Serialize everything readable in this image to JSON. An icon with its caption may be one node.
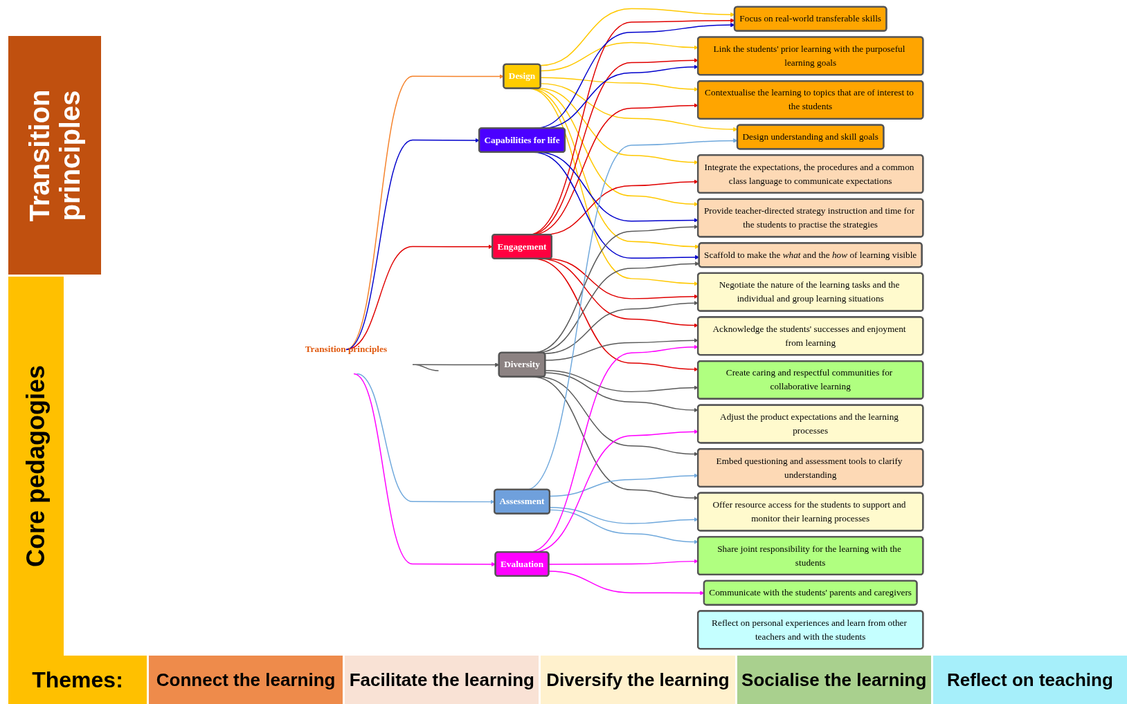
{
  "diagram": {
    "nodes": [
      {
        "text": [
          "Transition principles"
        ]
      },
      {
        "text": [
          "Design"
        ]
      },
      {
        "text": [
          "Engagement"
        ]
      },
      {
        "text": [
          "Capabilities for life"
        ]
      },
      {
        "text": [
          "Diversity"
        ]
      },
      {
        "text": [
          "Assessment"
        ]
      },
      {
        "text": [
          "Evaluation"
        ]
      },
      {
        "text": [
          "Focus on real-world transferable skills"
        ]
      },
      {
        "text": [
          "Link the students' prior learning with the purposeful learning goals"
        ]
      },
      {
        "text": [
          "Contextualise the learning to topics that are of interest to the students"
        ]
      },
      {
        "text": [
          "Design understanding and skill goals"
        ]
      },
      {
        "text": [
          "Integrate the expectations, the procedures and a common class language to communicate expectations"
        ]
      },
      {
        "text": [
          "Provide teacher-directed strategy instruction and time for the students to practise the strategies"
        ]
      },
      {
        "text": [
          "Scaffold to make the *what* and the *how* of learning visible"
        ]
      },
      {
        "text": [
          "Embed questioning and assessment tools to clarify understanding"
        ]
      },
      {
        "text": [
          "Adjust the product expectations and the learning processes"
        ]
      },
      {
        "text": [
          "Negotiate the nature of the learning tasks and the individual and group learning situations"
        ]
      },
      {
        "text": [
          "Offer resource access for the students to support and monitor their learning processes"
        ]
      },
      {
        "text": [
          "Acknowledge the students' successes and enjoyment from learning"
        ]
      },
      {
        "text": [
          "Create caring and respectful communities for collaborative learning"
        ]
      },
      {
        "text": [
          "Share joint responsibility for the learning with the students"
        ]
      },
      {
        "text": [
          "Communicate with the students' parents and caregivers"
        ]
      },
      {
        "text": [
          "Reflect on personal experiences and learn from other teachers and with the students"
        ]
      }
    ],
    "edges": [
      {
        "from": 0,
        "to": 1,
        "arrow": "to",
        "color": "#f5822a"
      },
      {
        "from": 0,
        "to": 2,
        "arrow": "to",
        "color": "#e00000"
      },
      {
        "from": 0,
        "to": 3,
        "arrow": "to",
        "color": "#0000cc"
      },
      {
        "from": 0,
        "to": 4,
        "arrow": "to"
      },
      {
        "from": 0,
        "to": 5,
        "arrow": "to",
        "color": "#6fa8dc"
      },
      {
        "from": 0,
        "to": 6,
        "arrow": "to",
        "color": "#ff00ff"
      },
      {
        "from": 1,
        "to": 7,
        "arrow": "to",
        "color": "#ffc800"
      },
      {
        "from": 1,
        "to": 8,
        "arrow": "to",
        "color": "#ffc800"
      },
      {
        "from": 1,
        "to": 9,
        "arrow": "to",
        "color": "#ffc800"
      },
      {
        "from": 1,
        "to": 10,
        "arrow": "to",
        "color": "#ffc800"
      },
      {
        "from": 1,
        "to": 11,
        "arrow": "to",
        "color": "#ffc800"
      },
      {
        "from": 1,
        "to": 12,
        "arrow": "to",
        "color": "#ffc800"
      },
      {
        "from": 1,
        "to": 13,
        "arrow": "to",
        "color": "#ffc800"
      },
      {
        "from": 1,
        "to": 16,
        "arrow": "to",
        "color": "#ffc800"
      },
      {
        "from": 2,
        "to": 7,
        "arrow": "to",
        "color": "#e00000"
      },
      {
        "from": 2,
        "to": 8,
        "arrow": "to",
        "color": "#e00000"
      },
      {
        "from": 2,
        "to": 9,
        "arrow": "to",
        "color": "#e00000"
      },
      {
        "from": 2,
        "to": 11,
        "arrow": "to",
        "color": "#e00000"
      },
      {
        "from": 2,
        "to": 16,
        "arrow": "to",
        "color": "#e00000"
      },
      {
        "from": 2,
        "to": 18,
        "arrow": "to",
        "color": "#e00000"
      },
      {
        "from": 2,
        "to": 19,
        "arrow": "to",
        "color": "#e00000"
      },
      {
        "from": 3,
        "to": 7,
        "arrow": "to",
        "color": "#0000cc"
      },
      {
        "from": 3,
        "to": 8,
        "arrow": "to",
        "color": "#0000cc"
      },
      {
        "from": 3,
        "to": 12,
        "arrow": "to",
        "color": "#0000cc"
      },
      {
        "from": 3,
        "to": 13,
        "arrow": "to",
        "color": "#0000cc"
      },
      {
        "from": 4,
        "to": 15,
        "arrow": "to"
      },
      {
        "from": 4,
        "to": 12,
        "arrow": "to"
      },
      {
        "from": 4,
        "to": 13,
        "arrow": "to"
      },
      {
        "from": 4,
        "to": 14,
        "arrow": "to"
      },
      {
        "from": 4,
        "to": 18,
        "arrow": "to"
      },
      {
        "from": 4,
        "to": 16,
        "arrow": "to"
      },
      {
        "from": 4,
        "to": 17,
        "arrow": "to"
      },
      {
        "from": 4,
        "to": 19,
        "arrow": "to"
      },
      {
        "from": 5,
        "to": 10,
        "arrow": "to",
        "color": "#6fa8dc"
      },
      {
        "from": 5,
        "to": 14,
        "arrow": "to",
        "color": "#6fa8dc"
      },
      {
        "from": 5,
        "to": 17,
        "arrow": "to",
        "color": "#6fa8dc"
      },
      {
        "from": 5,
        "to": 20,
        "arrow": "to",
        "color": "#6fa8dc"
      },
      {
        "from": 6,
        "to": 15,
        "arrow": "to",
        "color": "#ff00ff"
      },
      {
        "from": 6,
        "to": 18,
        "arrow": "to",
        "color": "#ff00ff"
      },
      {
        "from": 6,
        "to": 20,
        "arrow": "to",
        "color": "#ff00ff"
      },
      {
        "from": 6,
        "to": 21,
        "arrow": "to",
        "color": "#ff00ff"
      }
    ],
    "labels": [
      "Transition principles",
      "Core pedagogies",
      "Themes:"
    ],
    "legend": [
      {
        "text": "Connect the learning",
        "color": "#ee8b4b"
      },
      {
        "text": "Facilitate the learning",
        "color": "#f9e2d5"
      },
      {
        "text": "Diversify the learning",
        "color": "#fff1cd"
      },
      {
        "text": "Socialise the learning",
        "color": "#a9d08e"
      },
      {
        "text": "Reflect on teaching",
        "color": "#a6effa"
      }
    ]
  }
}
